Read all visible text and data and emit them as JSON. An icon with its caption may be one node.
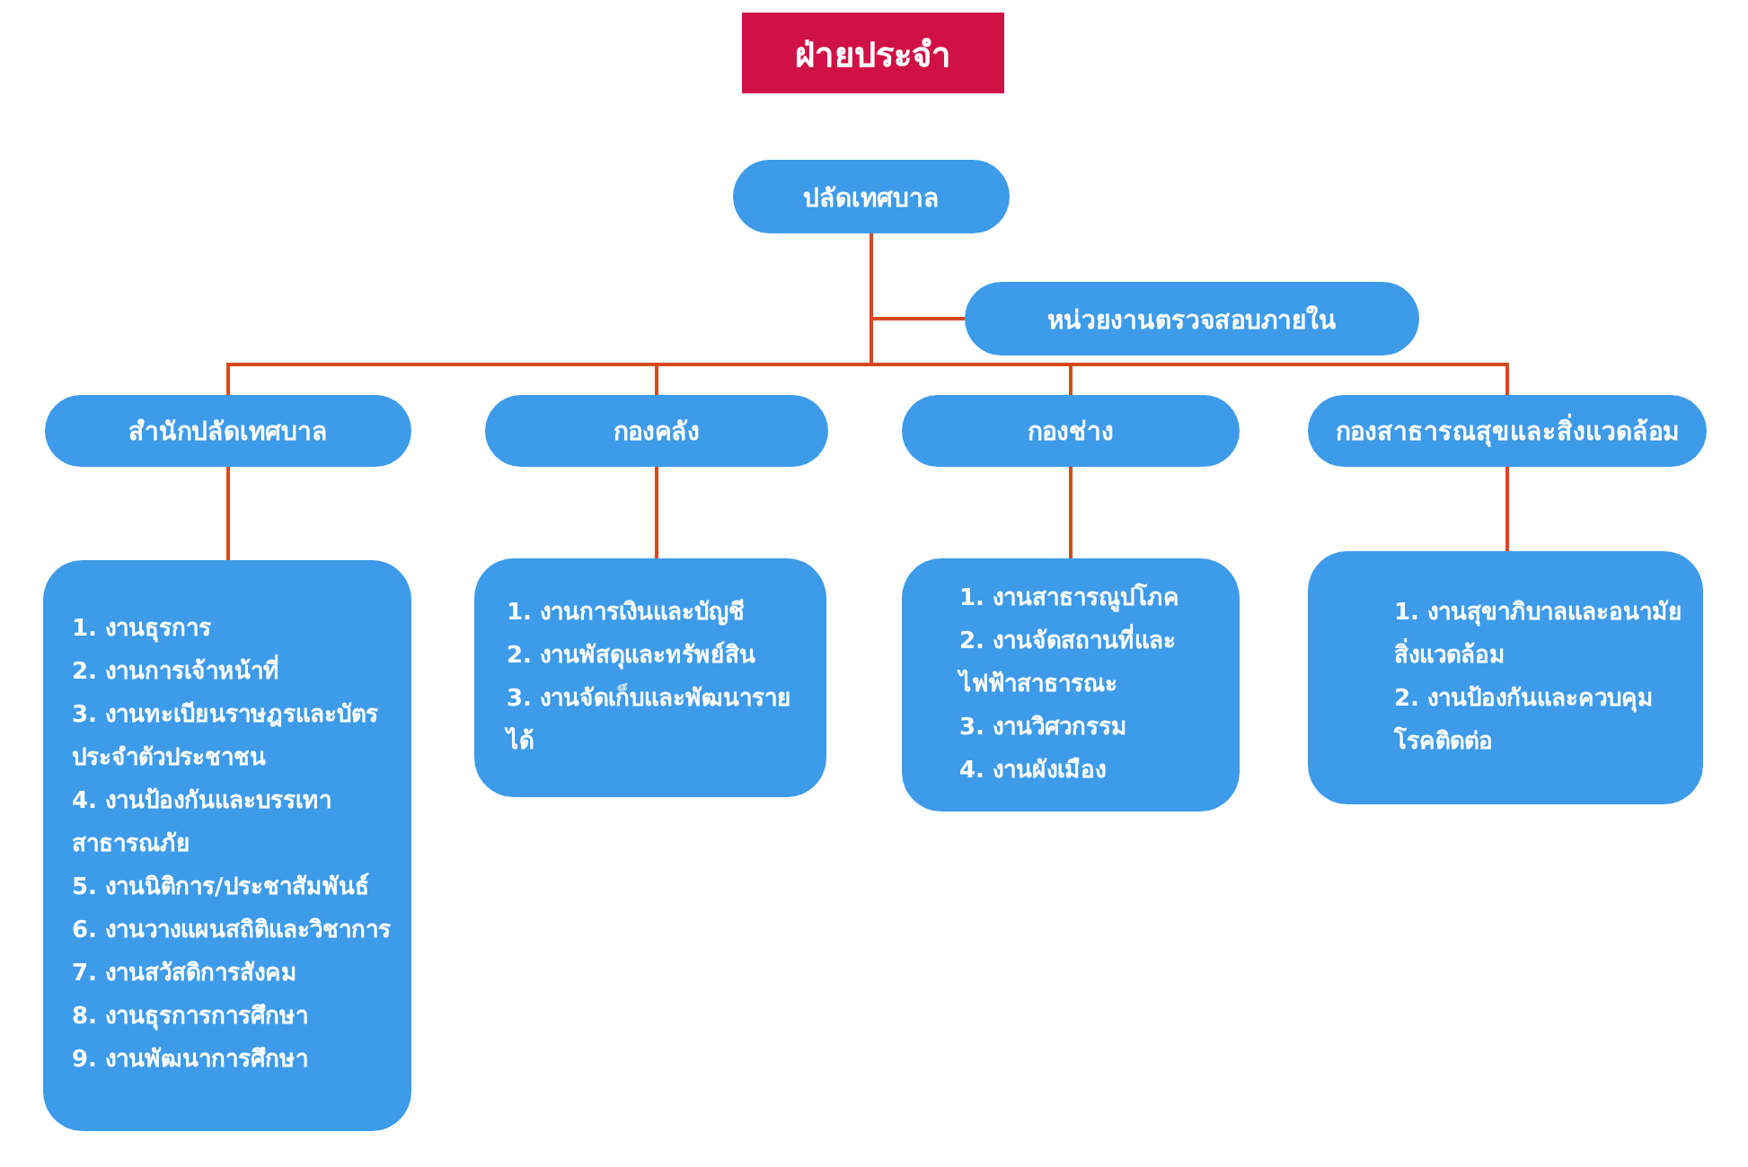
{
  "diagram": {
    "title": "ฝ่ายประจำ",
    "nodes": [
      {
        "text": [
          "ปลัดเทศบาล"
        ]
      },
      {
        "text": [
          "หน่วยงานตรวจสอบภายใน"
        ]
      },
      {
        "text": [
          "สำนักปลัดเทศบาล"
        ]
      },
      {
        "text": [
          "กองคลัง"
        ]
      },
      {
        "text": [
          "กองช่าง"
        ]
      },
      {
        "text": [
          "กองสาธารณสุขและสิ่งแวดล้อม"
        ]
      },
      {
        "text": [
          "1. งานธุรการ",
          "2. งานการเจ้าหน้าที่",
          "3. งานทะเบียนราษฎรและบัตรประจำตัวประชาชน",
          "4. งานป้องกันและบรรเทาสาธารณภัย",
          "5. งานนิติการ/ประชาสัมพันธ์",
          "6. งานวางแผนสถิติและวิชาการ",
          "7. งานสวัสดิการสังคม",
          "8. งานธุรการการศึกษา",
          "9. งานพัฒนาการศึกษา"
        ]
      },
      {
        "text": [
          "1. งานการเงินและบัญชี",
          "2. งานพัสดุและทรัพย์สิน",
          "3. งานจัดเก็บและพัฒนารายได้"
        ]
      },
      {
        "text": [
          "1. งานสาธารณูปโภค",
          "2. งานจัดสถานที่และไฟฟ้าสาธารณะ",
          "3. งานวิศวกรรม",
          "4. งานผังเมือง"
        ]
      },
      {
        "text": [
          "1. งานสุขาภิบาลและอนามัยสิ่งแวดล้อม",
          "2. งานป้องกันและควบคุมโรคติดต่อ"
        ]
      }
    ],
    "edges": [
      {
        "from": 0,
        "to": 1,
        "arrow": "none"
      },
      {
        "from": 0,
        "to": 2,
        "arrow": "none"
      },
      {
        "from": 0,
        "to": 3,
        "arrow": "none"
      },
      {
        "from": 0,
        "to": 4,
        "arrow": "none"
      },
      {
        "from": 0,
        "to": 5,
        "arrow": "none"
      },
      {
        "from": 2,
        "to": 6,
        "arrow": "none"
      },
      {
        "from": 3,
        "to": 7,
        "arrow": "none"
      },
      {
        "from": 4,
        "to": 8,
        "arrow": "none"
      },
      {
        "from": 5,
        "to": 9,
        "arrow": "none"
      }
    ]
  }
}
